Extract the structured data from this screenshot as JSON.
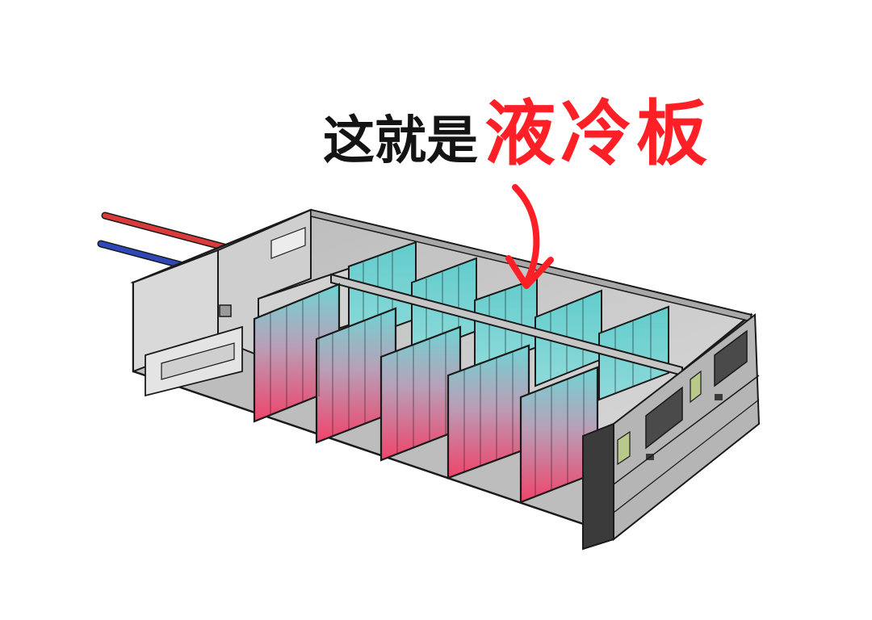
{
  "caption": {
    "prefix": "这就是",
    "highlight": "液冷板"
  },
  "colors": {
    "text": "#141414",
    "highlight": "#ff1f26",
    "arrow": "#ff1f26",
    "hot_pipe": "#d93a3a",
    "cold_pipe": "#2f47b8",
    "plate_top": "#6fd4d4",
    "plate_bottom": "#f0436a",
    "chassis": "#cfcfcf",
    "chassis_dark": "#8a8a8a",
    "outline": "#1a1a1a"
  },
  "icons": {
    "arrow": "curved-arrow-down",
    "pipe_in": "cold-coolant-pipe",
    "pipe_out": "hot-coolant-pipe"
  }
}
